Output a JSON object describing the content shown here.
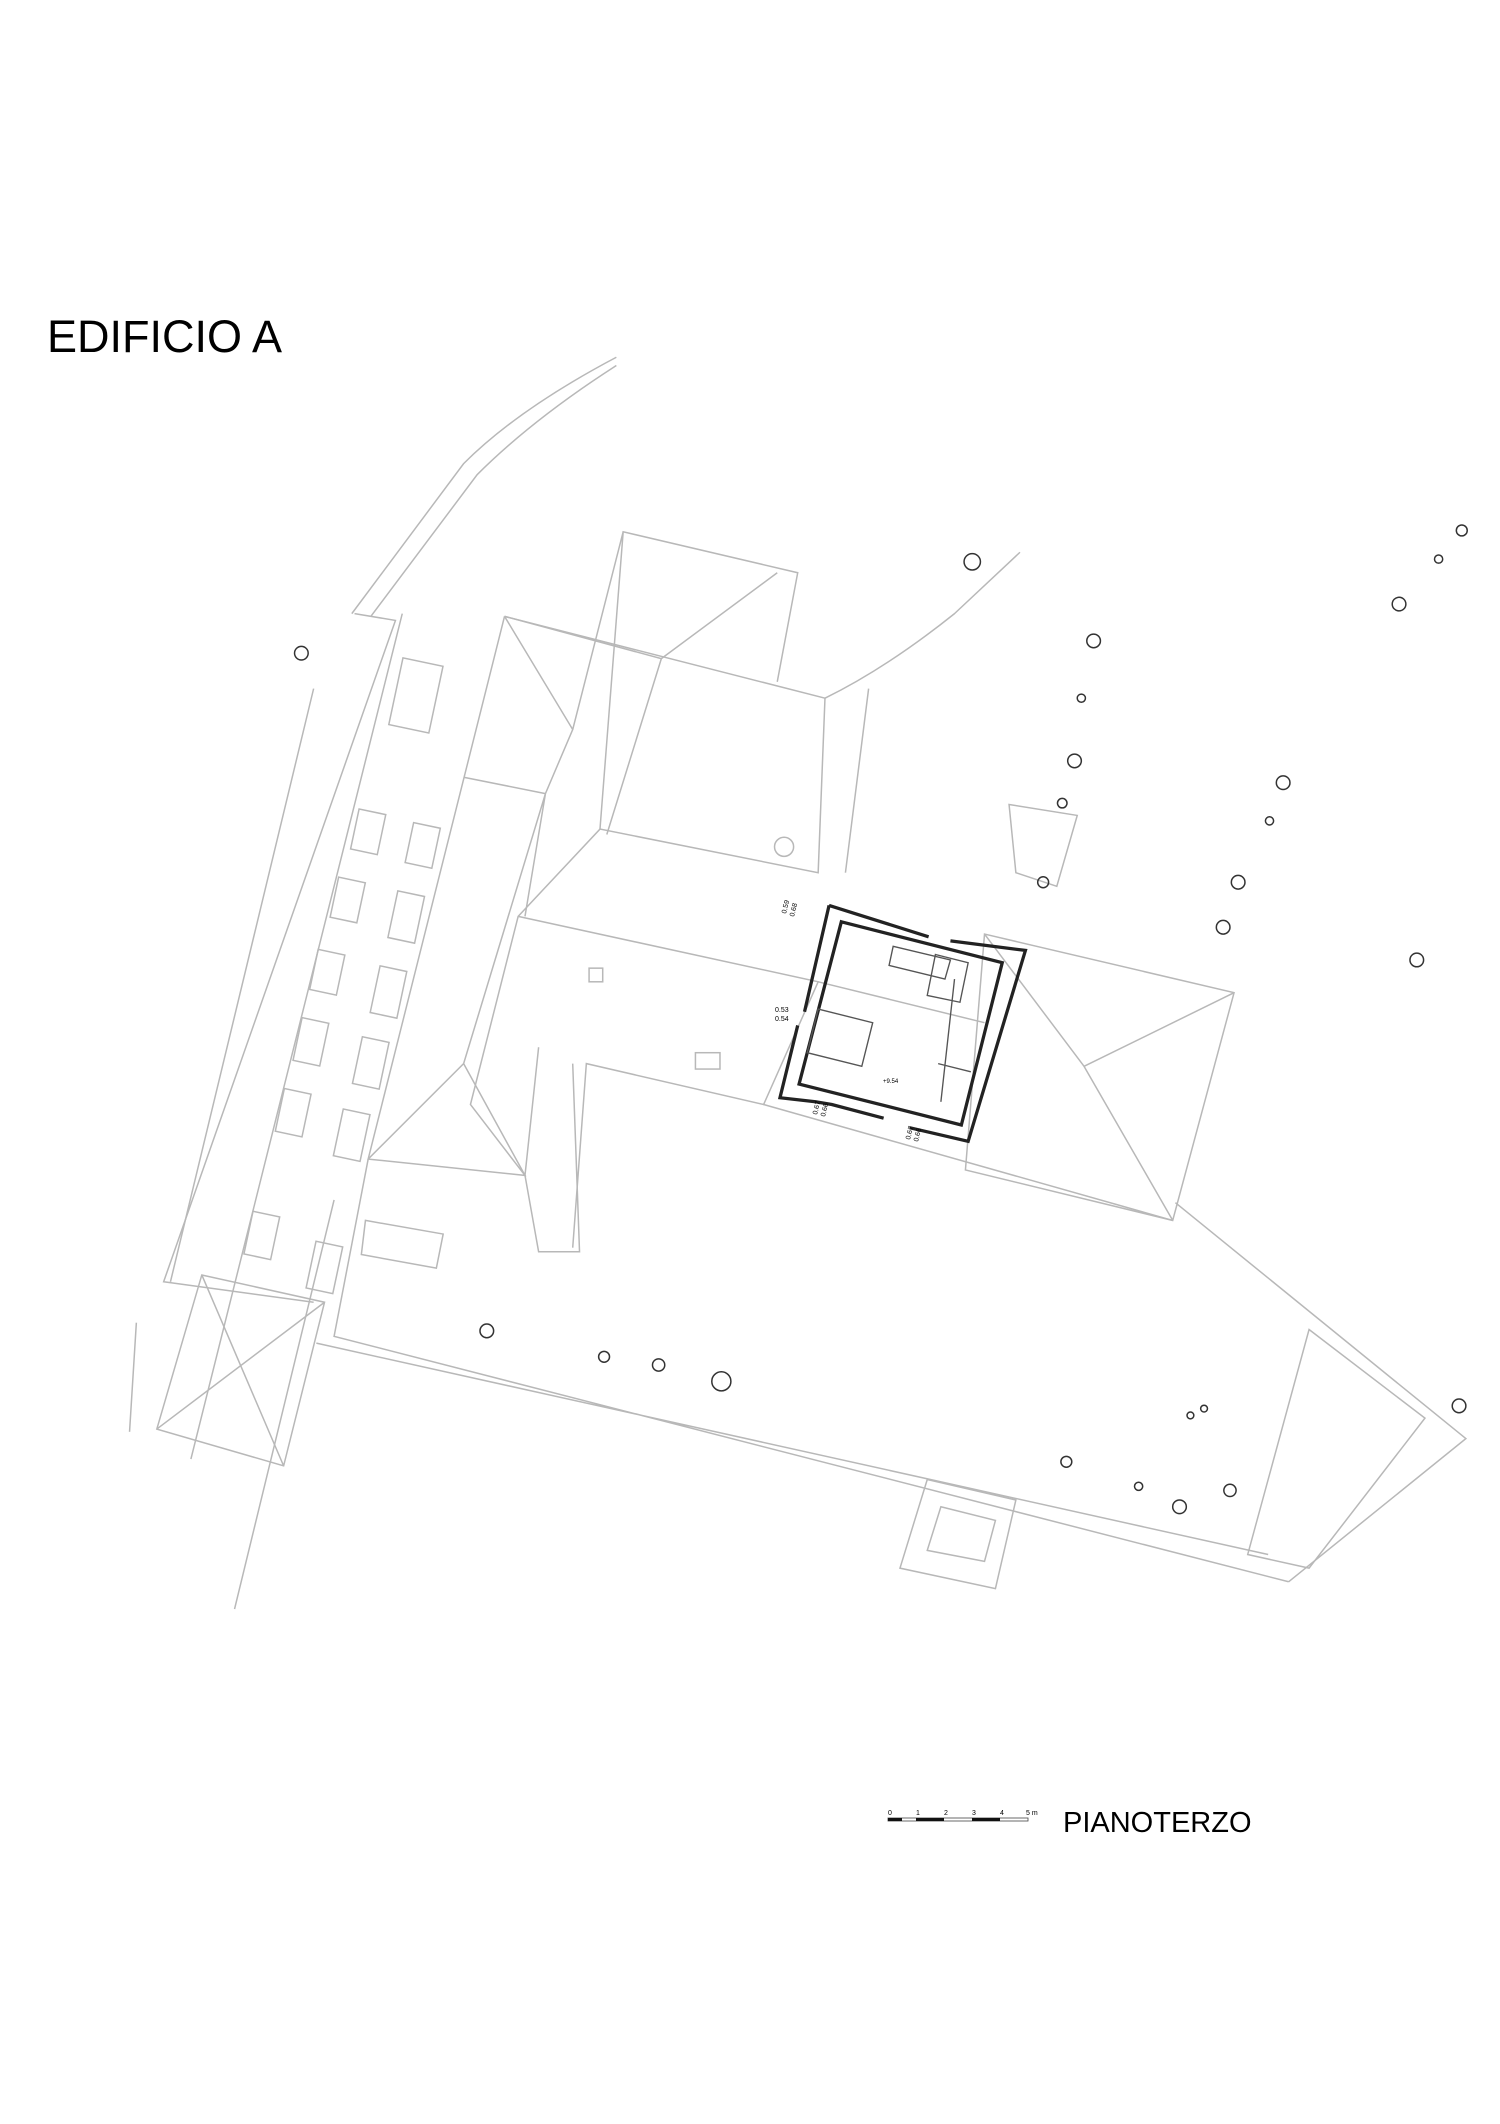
{
  "title": "EDIFICIO A",
  "floor_label": "PIANOTERZO",
  "scale_bar": {
    "ticks": [
      "0",
      "1",
      "2",
      "3",
      "4",
      "5 m"
    ]
  },
  "room": {
    "elevation": "+9.54",
    "dims": [
      {
        "top": "0.59",
        "bottom": "0.68"
      },
      {
        "top": "0.53",
        "bottom": "0.54"
      },
      {
        "top": "0.67",
        "bottom": "0.66"
      },
      {
        "top": "0.67",
        "bottom": "0.66"
      }
    ]
  }
}
